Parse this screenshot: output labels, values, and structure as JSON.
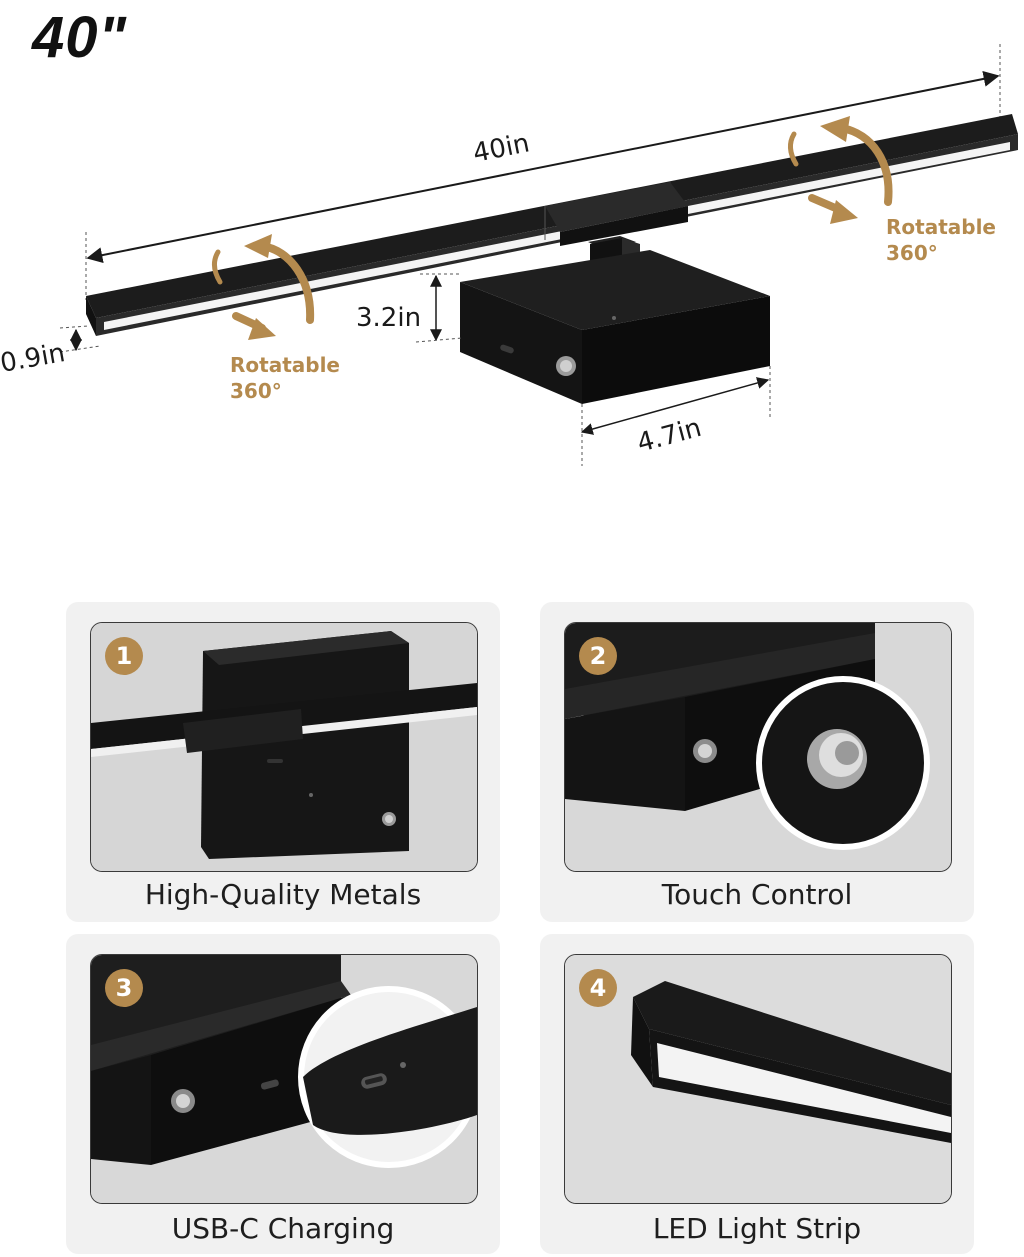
{
  "header": {
    "size_badge": "40\""
  },
  "dimensions": {
    "length": "40in",
    "height": "3.2in",
    "thickness": "0.9in",
    "base_width": "4.7in"
  },
  "rotation": {
    "left": {
      "line1": "Rotatable",
      "line2": "360°"
    },
    "right": {
      "line1": "Rotatable",
      "line2": "360°"
    }
  },
  "colors": {
    "accent": "#b48a4e",
    "fixture": "#1a1a1a",
    "card_bg": "#f1f1f1"
  },
  "features": [
    {
      "number": "1",
      "caption": "High-Quality Metals"
    },
    {
      "number": "2",
      "caption": "Touch Control"
    },
    {
      "number": "3",
      "caption": "USB-C Charging"
    },
    {
      "number": "4",
      "caption": "LED Light Strip"
    }
  ]
}
